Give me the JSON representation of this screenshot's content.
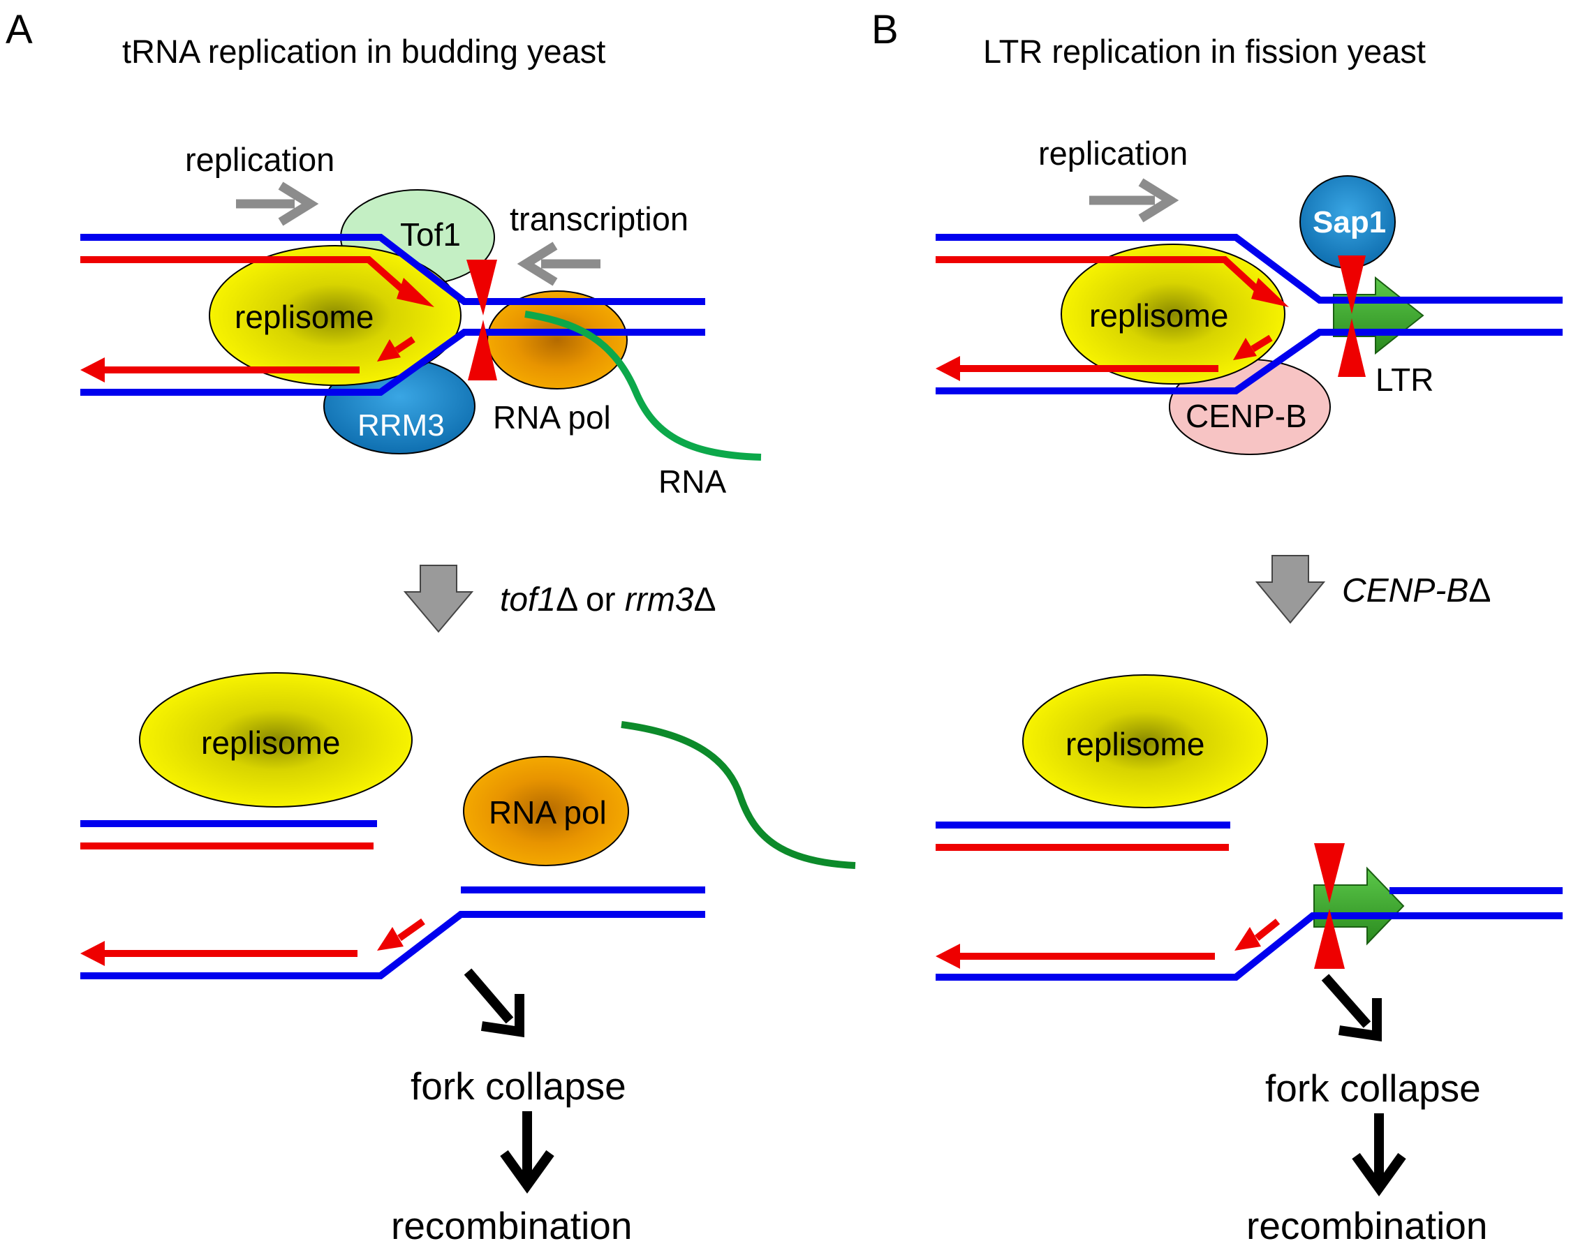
{
  "panel_a": {
    "letter": "A",
    "title": "tRNA replication in budding yeast",
    "labels": {
      "replication": "replication",
      "transcription": "transcription",
      "tof1": "Tof1",
      "replisome": "replisome",
      "rrm3": "RRM3",
      "rna_pol": "RNA pol",
      "rna": "RNA"
    },
    "mutation": {
      "gene1": "tof1",
      "delta1": "Δ",
      "or": " or ",
      "gene2": "rrm3",
      "delta2": "Δ"
    },
    "bottom": {
      "replisome": "replisome",
      "rna_pol": "RNA pol",
      "fork_collapse": "fork collapse",
      "recombination": "recombination"
    }
  },
  "panel_b": {
    "letter": "B",
    "title": "LTR replication in fission yeast",
    "labels": {
      "replication": "replication",
      "sap1": "Sap1",
      "replisome": "replisome",
      "cenpb": "CENP-B",
      "ltr": "LTR"
    },
    "mutation": {
      "gene": "CENP-B",
      "delta": "Δ"
    },
    "bottom": {
      "replisome": "replisome",
      "fork_collapse": "fork collapse",
      "recombination": "recombination"
    }
  },
  "colors": {
    "dna_blue": "#0000ee",
    "dna_red": "#ee0000",
    "arrow_gray": "#8c8c8c",
    "replisome_yellow": "#f4f000",
    "tof1_green": "#c4efc4",
    "rrm3_blue": "#1e90d2",
    "rnapol_orange": "#f0a000",
    "rna_green": "#0ca84a",
    "cenpb_pink": "#f7c4c4",
    "ltr_green": "#3aa82a"
  }
}
